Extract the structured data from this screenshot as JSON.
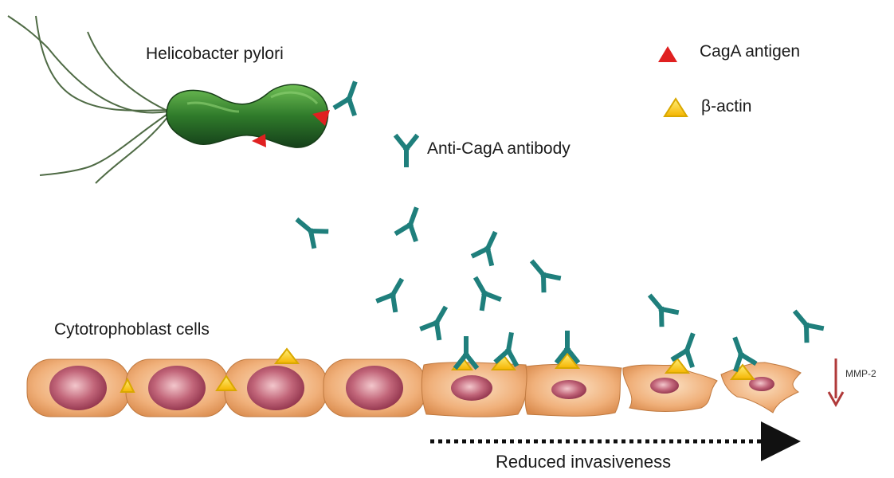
{
  "labels": {
    "bacterium": "Helicobacter pylori",
    "caga_antigen": "CagA antigen",
    "beta_actin": "β-actin",
    "antibody": "Anti-CagA antibody",
    "cells": "Cytotrophoblast cells",
    "mmp2": "MMP-2",
    "reduced": "Reduced invasiveness"
  },
  "colors": {
    "antibody": "#1f7f7c",
    "caga": "#e02020",
    "actin_fill": "#ffd21a",
    "actin_edge": "#d9a800",
    "cell_body": "#e8a76b",
    "nucleus": "#b04a5c",
    "bacterium": "#2f7a2a",
    "arrow_down": "#b03a3a"
  },
  "icons": [
    "antibody-icon",
    "caga-triangle-icon",
    "actin-triangle-icon",
    "bacterium-icon",
    "down-arrow-icon",
    "dotted-arrow-icon"
  ]
}
